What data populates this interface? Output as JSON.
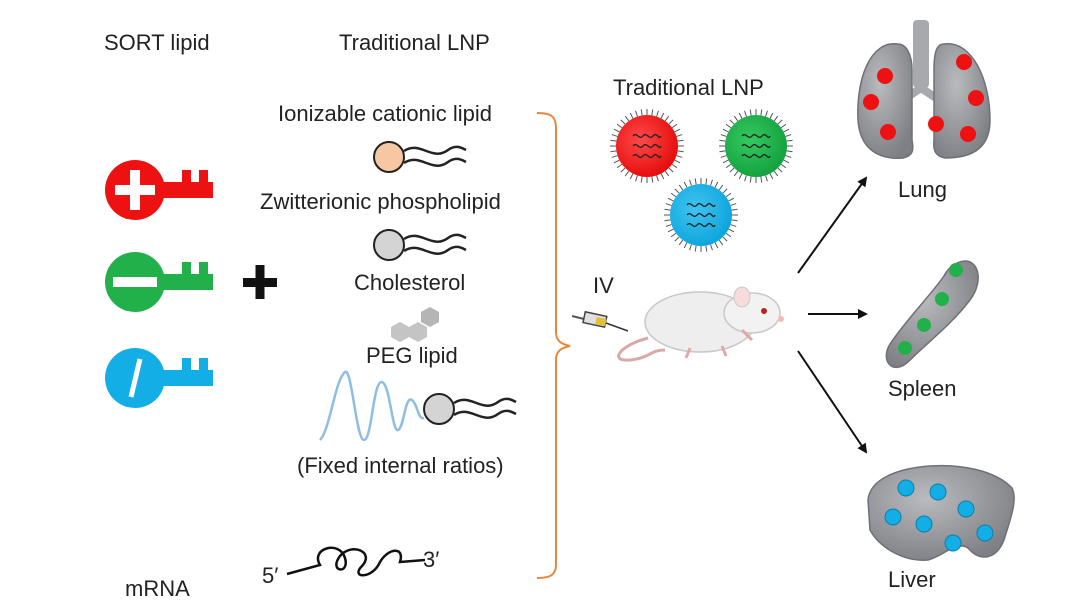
{
  "labels": {
    "sort_lipid": "SORT lipid",
    "traditional_lnp_header": "Traditional LNP",
    "ionizable": "Ionizable cationic lipid",
    "zwitterionic": "Zwitterionic phospholipid",
    "cholesterol": "Cholesterol",
    "peg": "PEG lipid",
    "fixed": "(Fixed internal ratios)",
    "mrna": "mRNA",
    "five_prime": "5′",
    "three_prime": "3′",
    "traditional_lnp_particles": "Traditional LNP",
    "iv": "IV",
    "lung": "Lung",
    "spleen": "Spleen",
    "liver": "Liver"
  },
  "colors": {
    "positive_key": "#ee1111",
    "neutral_key": "#22b04a",
    "negative_key": "#13aee6",
    "bracket": "#e8873a",
    "lipid_head_ionizable": "#f7c6a3",
    "lipid_head_gray": "#d4d4d4",
    "organ_gray": "#8f9196",
    "peg_chain": "#8fbde3"
  },
  "icons": [
    "plus-key-icon",
    "minus-key-icon",
    "slash-key-icon",
    "plus-icon",
    "mouse-icon",
    "syringe-icon",
    "lung-icon",
    "spleen-icon",
    "liver-icon"
  ]
}
